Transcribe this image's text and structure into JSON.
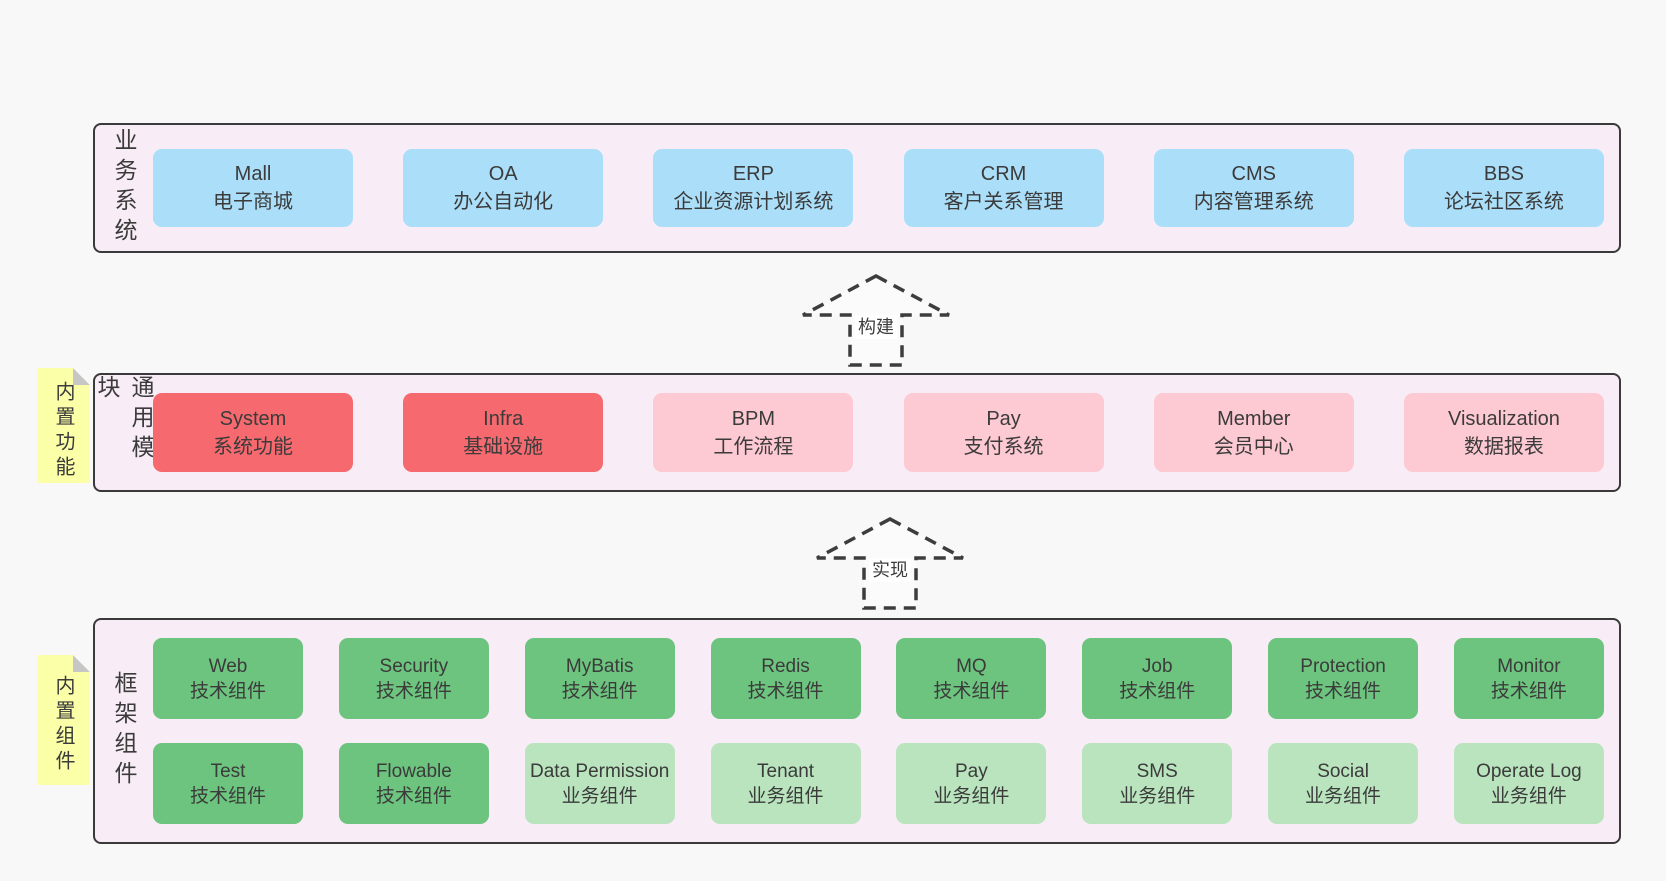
{
  "diagram": {
    "bands": [
      {
        "label": "业务系统",
        "items": [
          {
            "name": "Mall",
            "desc": "电子商城"
          },
          {
            "name": "OA",
            "desc": "办公自动化"
          },
          {
            "name": "ERP",
            "desc": "企业资源计划系统"
          },
          {
            "name": "CRM",
            "desc": "客户关系管理"
          },
          {
            "name": "CMS",
            "desc": "内容管理系统"
          },
          {
            "name": "BBS",
            "desc": "论坛社区系统"
          }
        ]
      },
      {
        "label": "通用模块",
        "note": "内置功能",
        "items": [
          {
            "name": "System",
            "desc": "系统功能"
          },
          {
            "name": "Infra",
            "desc": "基础设施"
          },
          {
            "name": "BPM",
            "desc": "工作流程"
          },
          {
            "name": "Pay",
            "desc": "支付系统"
          },
          {
            "name": "Member",
            "desc": "会员中心"
          },
          {
            "name": "Visualization",
            "desc": "数据报表"
          }
        ]
      },
      {
        "label": "框架组件",
        "note": "内置组件",
        "row1": [
          {
            "name": "Web",
            "desc": "技术组件"
          },
          {
            "name": "Security",
            "desc": "技术组件"
          },
          {
            "name": "MyBatis",
            "desc": "技术组件"
          },
          {
            "name": "Redis",
            "desc": "技术组件"
          },
          {
            "name": "MQ",
            "desc": "技术组件"
          },
          {
            "name": "Job",
            "desc": "技术组件"
          },
          {
            "name": "Protection",
            "desc": "技术组件"
          },
          {
            "name": "Monitor",
            "desc": "技术组件"
          }
        ],
        "row2": [
          {
            "name": "Test",
            "desc": "技术组件"
          },
          {
            "name": "Flowable",
            "desc": "技术组件"
          },
          {
            "name": "Data Permission",
            "desc": "业务组件"
          },
          {
            "name": "Tenant",
            "desc": "业务组件"
          },
          {
            "name": "Pay",
            "desc": "业务组件"
          },
          {
            "name": "SMS",
            "desc": "业务组件"
          },
          {
            "name": "Social",
            "desc": "业务组件"
          },
          {
            "name": "Operate Log",
            "desc": "业务组件"
          }
        ]
      }
    ],
    "arrows": [
      {
        "label": "构建"
      },
      {
        "label": "实现"
      }
    ],
    "colors": {
      "business_box": "#abdef8",
      "module_core": "#f6696f",
      "module_optional": "#fdc9d2",
      "component_tech": "#6cc47e",
      "component_biz": "#b9e4be",
      "band_bg": "#f8edf6",
      "band_border": "#3a3a3a",
      "note_bg": "#fbffa8"
    }
  }
}
